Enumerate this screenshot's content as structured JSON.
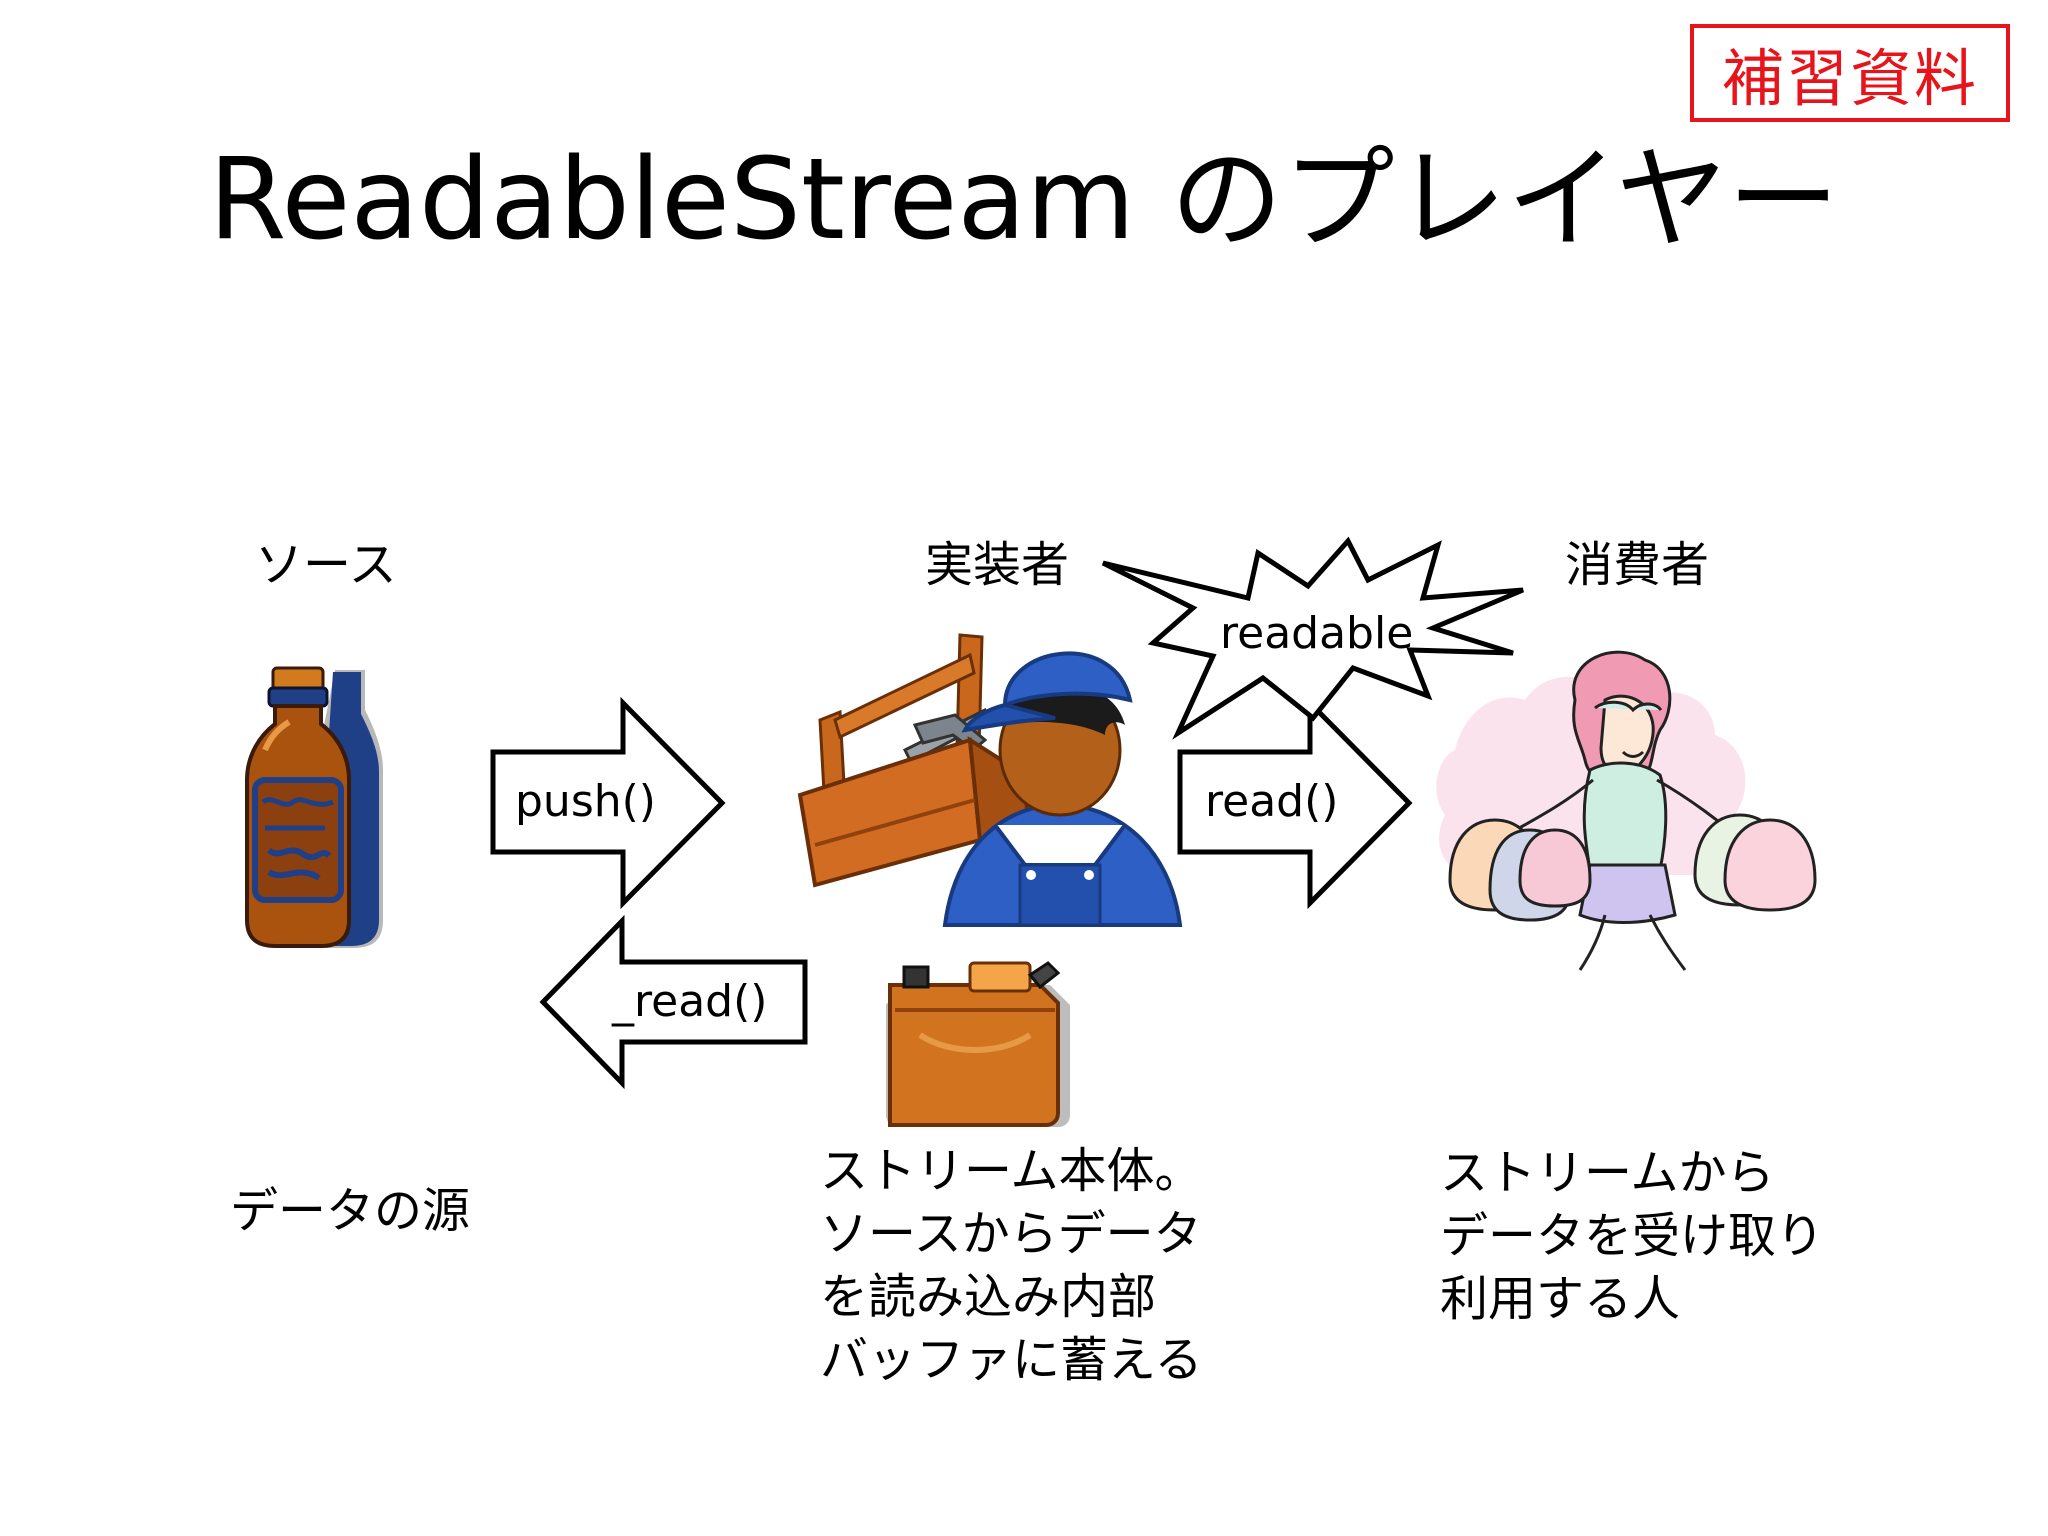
{
  "badge": "補習資料",
  "title": "ReadableStream のプレイヤー",
  "roles": {
    "source": {
      "label": "ソース",
      "description": "データの源"
    },
    "implementer": {
      "label": "実装者",
      "description": "ストリーム本体。\nソースからデータ\nを読み込み内部\nバッファに蓄える"
    },
    "consumer": {
      "label": "消費者",
      "description": "ストリームから\nデータを受け取り\n利用する人"
    }
  },
  "arrows": {
    "push": "push()",
    "internal_read": "_read()",
    "read": "read()"
  },
  "event": "readable",
  "icons": {
    "source": "bottle-icon",
    "implementer": "worker-with-toolbox-icon",
    "fuel_can": "fuel-can-icon",
    "consumer": "shopper-woman-icon"
  },
  "colors": {
    "badge": "#e8141b"
  }
}
